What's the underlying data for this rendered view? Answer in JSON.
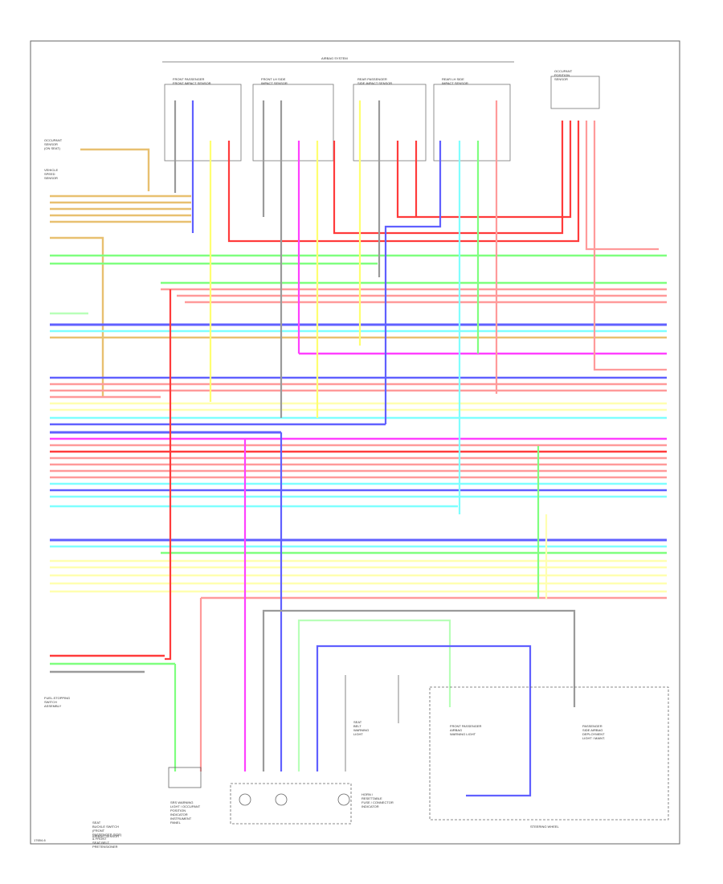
{
  "diagram": {
    "header_label": "AIRBAG SYSTEM",
    "footer_code": "17654-6",
    "colors": {
      "green": "#7fff7f",
      "red": "#ff3b3b",
      "pink": "#ff9a9a",
      "yellow": "#ffff70",
      "blue": "#6060ff",
      "magenta": "#ff40ff",
      "cyan": "#7fffff",
      "tan": "#e8c070",
      "gray": "#9a9a9a",
      "dark": "#555555",
      "lightgreen": "#b8ffb8",
      "lightyellow": "#ffffb0"
    },
    "top_blocks": [
      {
        "label": "FRONT PASSENGER\nFRONT IMPACT SENSOR"
      },
      {
        "label": "FRONT LH SIDE\nIMPACT SENSOR"
      },
      {
        "label": "REAR PASSENGER\nSIDE IMPACT SENSOR"
      },
      {
        "label": "REAR LH SIDE\nIMPACT SENSOR"
      }
    ],
    "right_connector": "OCCUPANT\nPOSITION\nSENSOR",
    "left_labels": [
      "OCCUPANT\nSENSOR\n(ON SEAT)",
      "VEHICLE\nSPEED\nSENSOR",
      "FUEL-STOPPING\nSWITCH\nASSEMBLY"
    ],
    "bottom_components": [
      {
        "label": "SEAT\nBUCKLE SWITCH\n(FRONT\nPASSENGER SIDE)\n& FRONT\nSEAT BELT\nPRETENSIONER"
      },
      {
        "label": "SRS WARNING\nLIGHT / OCCUPANT\nPOSITION\nINDICATOR\nINSTRUMENT\nPANEL"
      },
      {
        "label": "SEAT\nBELT\nWARNING\nLIGHT"
      },
      {
        "label": "HORN /\nRESETTABLE\nFUSE / CONNECTOR\nINDICATOR"
      },
      {
        "label": "FRONT PASSENGER\nAIRBAG\nWARNING LIGHT"
      },
      {
        "label": "PASSENGER\nSIDE AIRBAG\nDEPLOYMENT\nLIGHT / MAINT."
      }
    ],
    "bottom_box_label": "STEERING WHEEL",
    "left_bottom_label": "AIRBAG SENSOR"
  }
}
